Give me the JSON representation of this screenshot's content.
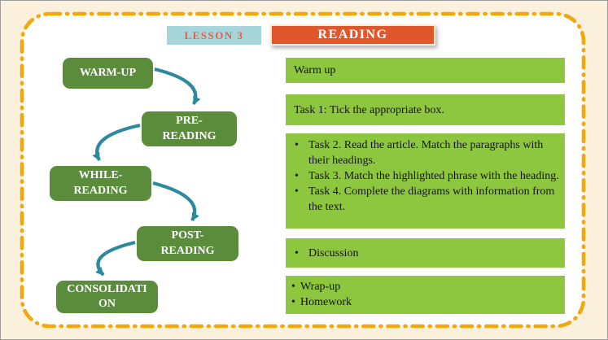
{
  "glyphs": {
    "bullet": "•"
  },
  "header": {
    "lesson_badge": "LESSON 3",
    "title": "READING"
  },
  "flowchart": {
    "nodes": [
      {
        "id": "warm-up",
        "label": "WARM-UP"
      },
      {
        "id": "pre-reading",
        "label": "PRE-\nREADING"
      },
      {
        "id": "while-reading",
        "label": "WHILE-\nREADING"
      },
      {
        "id": "post-reading",
        "label": "POST-\nREADING"
      },
      {
        "id": "consolidation",
        "label": "CONSOLIDATI\nON"
      }
    ]
  },
  "content_boxes": {
    "warm_up": {
      "text": "Warm up"
    },
    "task1": {
      "text": "Task 1: Tick the appropriate box."
    },
    "tasks": {
      "items": [
        "Task 2. Read the article. Match the paragraphs with their headings.",
        "Task 3. Match the highlighted phrase with the heading.",
        "Task 4. Complete the diagrams with information from the text."
      ]
    },
    "discussion": {
      "items": [
        "Discussion"
      ]
    },
    "wrap_up": {
      "items": [
        "Wrap-up",
        "Homework"
      ]
    }
  },
  "colors": {
    "outer_background": "#FAF0DC",
    "slide_background": "#FFFFFF",
    "dashed_border": "#F1A80C",
    "node_green": "#5A8C3B",
    "content_green": "#8DC63F",
    "arrow_teal": "#2B8A9E",
    "badge_blue": "#A6D5DA",
    "badge_text": "#E25F48",
    "title_orange": "#E1572C"
  }
}
